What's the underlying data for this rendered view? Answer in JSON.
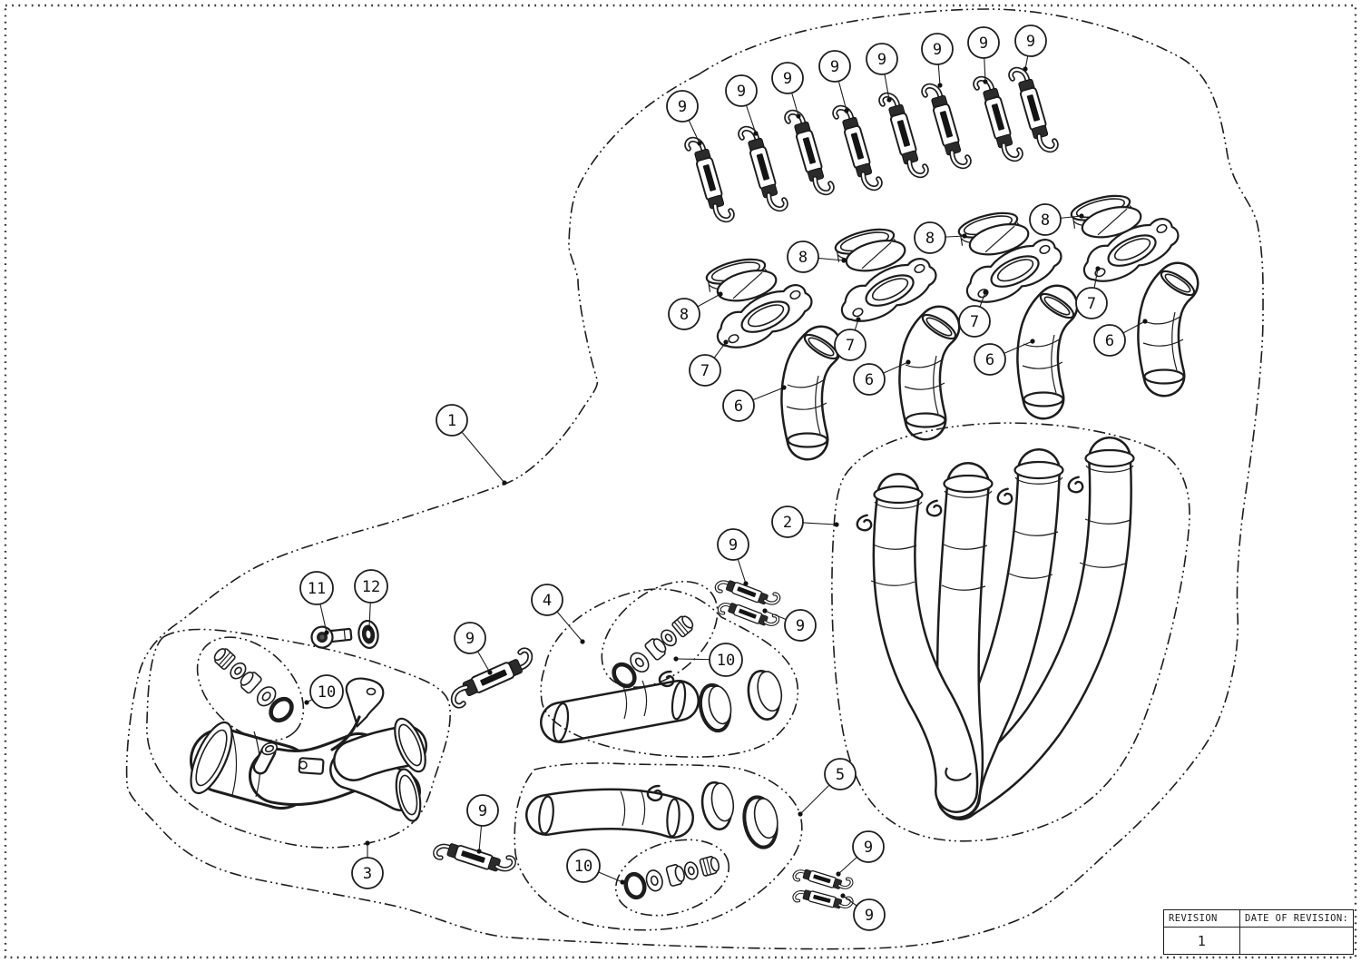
{
  "sheet": {
    "background": "#ffffff",
    "line_color": "#1d1d1d",
    "description": "Exploded parts diagram of a 4-into-1 exhaust header system with numbered callouts"
  },
  "revision_table": {
    "revision_header": "REVISION",
    "date_header": "DATE OF REVISION:",
    "revision_value": "1",
    "date_value": ""
  },
  "callouts": [
    {
      "label": "1"
    },
    {
      "label": "2"
    },
    {
      "label": "3"
    },
    {
      "label": "4"
    },
    {
      "label": "5"
    },
    {
      "label": "6"
    },
    {
      "label": "6"
    },
    {
      "label": "6"
    },
    {
      "label": "6"
    },
    {
      "label": "7"
    },
    {
      "label": "7"
    },
    {
      "label": "7"
    },
    {
      "label": "7"
    },
    {
      "label": "8"
    },
    {
      "label": "8"
    },
    {
      "label": "8"
    },
    {
      "label": "8"
    },
    {
      "label": "9"
    },
    {
      "label": "9"
    },
    {
      "label": "9"
    },
    {
      "label": "9"
    },
    {
      "label": "9"
    },
    {
      "label": "9"
    },
    {
      "label": "9"
    },
    {
      "label": "9"
    },
    {
      "label": "9"
    },
    {
      "label": "9"
    },
    {
      "label": "9"
    },
    {
      "label": "9"
    },
    {
      "label": "9"
    },
    {
      "label": "9"
    },
    {
      "label": "10"
    },
    {
      "label": "10"
    },
    {
      "label": "10"
    },
    {
      "label": "11"
    },
    {
      "label": "12"
    }
  ]
}
